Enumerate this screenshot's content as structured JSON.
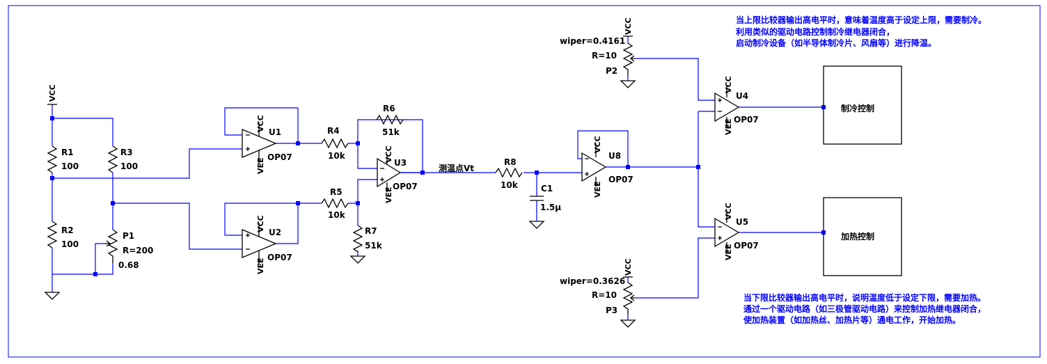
{
  "labels": {
    "vcc": "VCC",
    "vee": "VEE",
    "r1": "R1",
    "r1v": "100",
    "r2": "R2",
    "r2v": "100",
    "r3": "R3",
    "r3v": "100",
    "p1": "P1",
    "p1r": "R=200",
    "p1w": "0.68",
    "u1": "U1",
    "u1m": "OP07",
    "u2": "U2",
    "u2m": "OP07",
    "u3": "U3",
    "u3m": "OP07",
    "u4": "U4",
    "u4m": "OP07",
    "u5": "U5",
    "u5m": "OP07",
    "u8": "U8",
    "u8m": "OP07",
    "r4": "R4",
    "r4v": "10k",
    "r5": "R5",
    "r5v": "10k",
    "r6": "R6",
    "r6v": "51k",
    "r7": "R7",
    "r7v": "51k",
    "r8": "R8",
    "r8v": "10k",
    "c1": "C1",
    "c1v": "1.5μ",
    "vt": "测温点Vt",
    "p2": "P2",
    "p2w": "wiper=0.4161",
    "p2r": "R=10",
    "p3": "P3",
    "p3w": "wiper=0.3626",
    "p3r": "R=10",
    "cool": "制冷控制",
    "heat": "加热控制"
  },
  "notes": {
    "upper": [
      "当上限比较器输出高电平时，意味着温度高于设定上限，需要制冷。",
      "利用类似的驱动电路控制制冷继电器闭合，",
      "启动制冷设备（如半导体制冷片、风扇等）进行降温。"
    ],
    "lower": [
      "当下限比较器输出高电平时，说明温度低于设定下限，需要加热。",
      "通过一个驱动电路（如三极管驱动电路）来控制加热继电器闭合，",
      "使加热装置（如加热丝、加热片等）通电工作，开始加热。"
    ]
  }
}
